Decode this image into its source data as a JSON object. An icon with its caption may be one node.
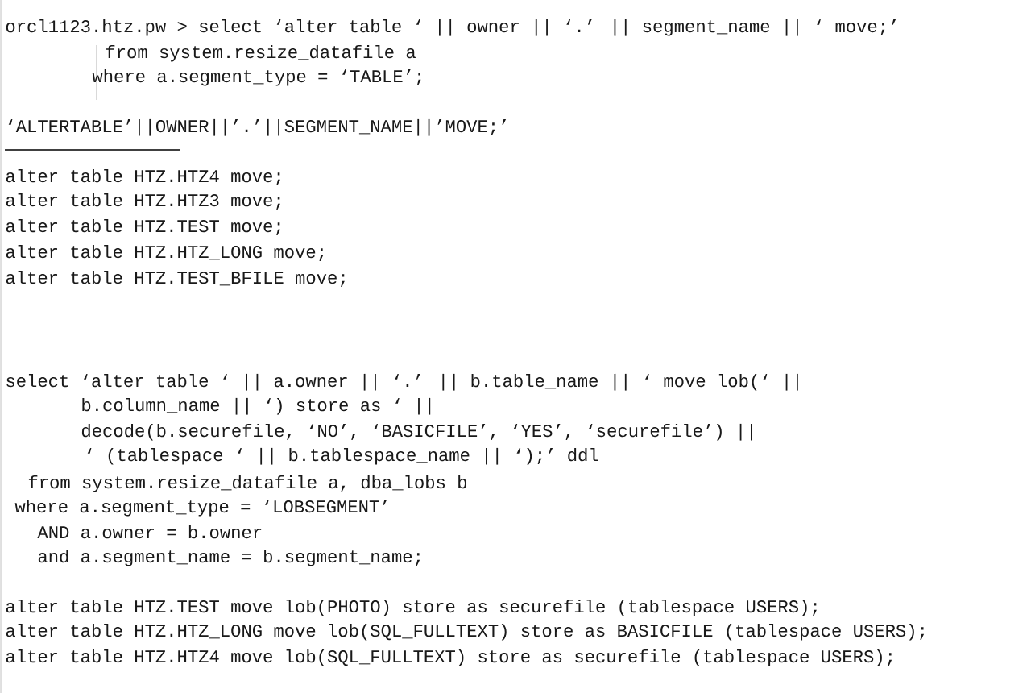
{
  "diagram": {
    "labels": [
      "orcl1123.htz.pw > select ‘alter table ‘ || owner || ‘.’ || segment_name || ‘ move;’",
      "from system.resize_datafile a",
      "where a.segment_type = ‘TABLE’;",
      "‘ALTERTABLE’||OWNER||’.’||SEGMENT_NAME||’MOVE;’",
      "alter table HTZ.HTZ4 move;",
      "alter table HTZ.HTZ3 move;",
      "alter table HTZ.TEST move;",
      "alter table HTZ.HTZ_LONG move;",
      "alter table HTZ.TEST_BFILE move;",
      "select ‘alter table ‘ || a.owner || ‘.’ || b.table_name || ‘ move lob(‘ ||",
      "b.column_name || ‘) store as ‘ ||",
      "decode(b.securefile, ‘NO’, ‘BASICFILE’, ‘YES’, ‘securefile’) ||",
      "‘ (tablespace ‘ || b.tablespace_name || ‘);’ ddl",
      "from system.resize_datafile a, dba_lobs b",
      "where a.segment_type = ‘LOBSEGMENT’",
      "AND a.owner = b.owner",
      "and a.segment_name = b.segment_name;",
      "alter table HTZ.TEST move lob(PHOTO) store as securefile (tablespace USERS);",
      "alter table HTZ.HTZ_LONG move lob(SQL_FULLTEXT) store as BASICFILE (tablespace USERS);",
      "alter table HTZ.HTZ4 move lob(SQL_FULLTEXT) store as securefile (tablespace USERS);"
    ]
  }
}
